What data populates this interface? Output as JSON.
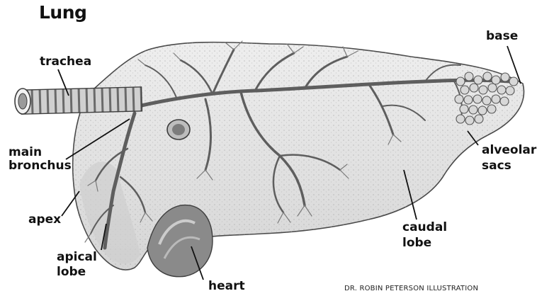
{
  "title": "Lung",
  "labels": {
    "trachea": "trachea",
    "base": "base",
    "main_bronchus_line1": "main",
    "main_bronchus_line2": "bronchus",
    "alveolar_sacs_line1": "alveolar",
    "alveolar_sacs_line2": "sacs",
    "apex": "apex",
    "apical_lobe_line1": "apical",
    "apical_lobe_line2": "lobe",
    "caudal_lobe_line1": "caudal",
    "caudal_lobe_line2": "lobe",
    "heart": "heart"
  },
  "credit": "DR. ROBIN PETERSON ILLUSTRATION",
  "colors": {
    "lung_fill": "#e4e4e4",
    "lung_outline": "#4a4a4a",
    "airway": "#5e5e5e",
    "heart": "#8a8a8a",
    "text": "#111111"
  }
}
